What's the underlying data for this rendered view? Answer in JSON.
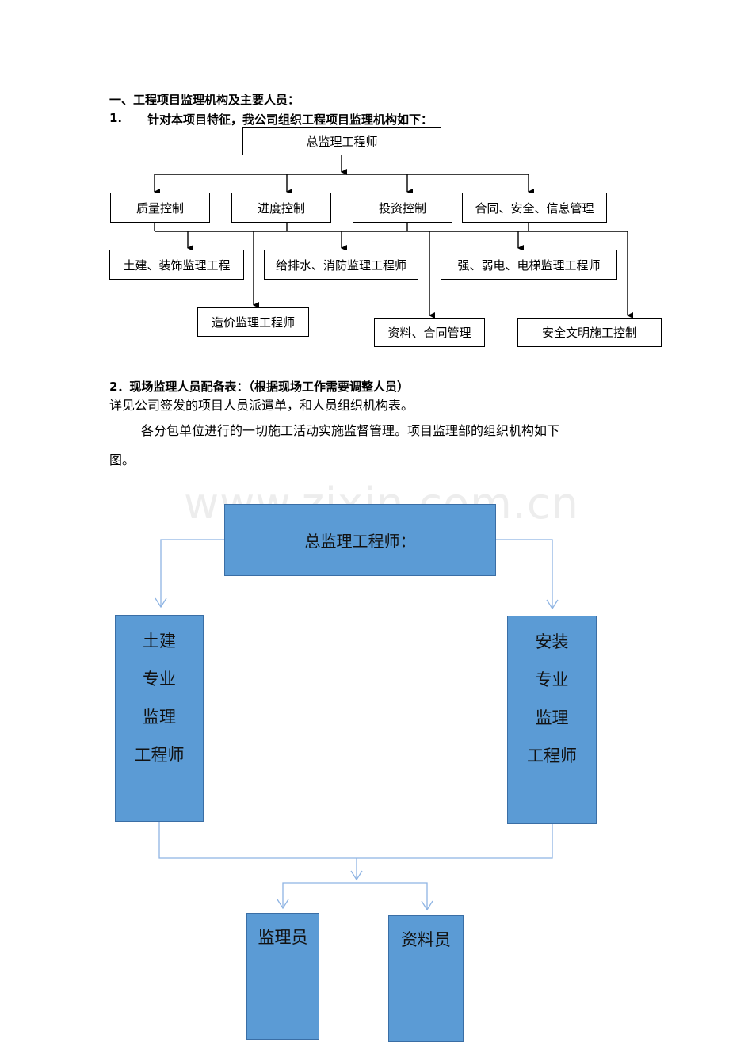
{
  "section1": {
    "heading": "一、工程项目监理机构及主要人员：",
    "sub_number": "1.",
    "sub_text": "针对本项目特征，我公司组织工程项目监理机构如下："
  },
  "org1": {
    "chief": "总监理工程师",
    "level2": [
      "质量控制",
      "进度控制",
      "投资控制",
      "合同、安全、信息管理"
    ],
    "level3": [
      "土建、装饰监理工程",
      "给排水、消防监理工程师",
      "强、弱电、电梯监理工程师"
    ],
    "level4": [
      "造价监理工程师",
      "资料、合同管理",
      "安全文明施工控制"
    ]
  },
  "section2": {
    "heading": "2．现场监理人员配备表：（根据现场工作需要调整人员）",
    "line1": "详见公司签发的项目人员派遣单，和人员组织机构表。",
    "line2": "各分包单位进行的一切施工活动实施监督管理。项目监理部的组织机构如下",
    "line3": "图。"
  },
  "watermark": "www.zixin.com.cn",
  "org2": {
    "chief": "总监理工程师：",
    "left": [
      "土建",
      "专业",
      "监理",
      "工程师"
    ],
    "right": [
      "安装",
      "专业",
      "监理",
      "工程师"
    ],
    "bottom": [
      "监理员",
      "资料员"
    ]
  },
  "colors": {
    "box_fill": "#5b9bd5",
    "connector": "#8eb4e3"
  }
}
